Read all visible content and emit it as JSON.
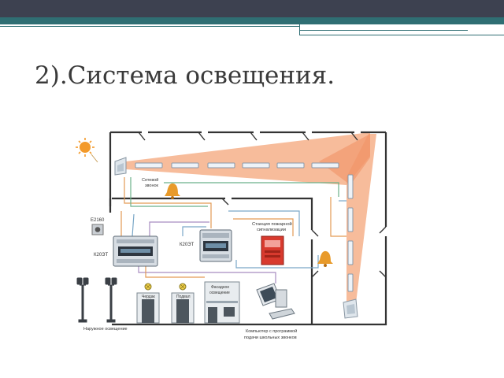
{
  "slide": {
    "title": "2).Система освещения."
  },
  "diagram": {
    "labels": {
      "bell": "Сетевой\nзвонок",
      "e2160": "Е2160",
      "k20t_left": "К20ЭТ",
      "k20t_mid": "К20ЭТ",
      "fire_station": "Станция пожарной\nсигнализации",
      "door1": "Чердак",
      "door2": "Подвал",
      "door3": "Фасадное\nосвещение",
      "outdoor": "Наружное освещение",
      "computer": "Компьютер с программой\nподачи школьных звонков"
    },
    "colors": {
      "light_beam": "#f4a57a",
      "wall": "#333333",
      "cable_orange": "#e39a55",
      "cable_blue": "#7aa7c7",
      "cable_green": "#6bb18a",
      "cable_purple": "#a88cc0",
      "fire_panel": "#d83a2e",
      "bell": "#e89a2a",
      "sun": "#f39a2b",
      "header_dark": "#3d4150",
      "header_teal": "#2f6e73"
    },
    "icons": [
      "sun-icon",
      "bell-icon",
      "lamp-icon",
      "street-lamp-icon",
      "door-icon",
      "computer-icon",
      "sensor-icon",
      "switch-icon"
    ]
  }
}
